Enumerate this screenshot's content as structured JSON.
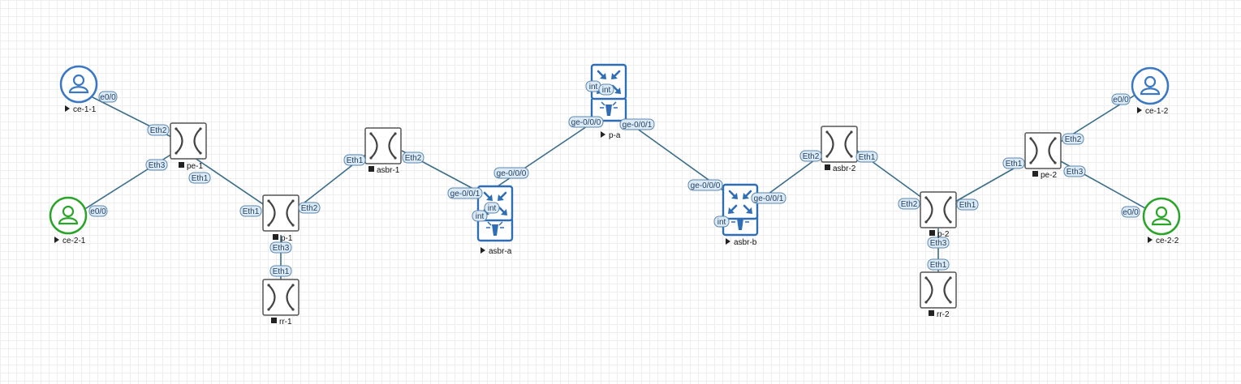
{
  "nodes": [
    {
      "id": "ce-1-1",
      "label": "ce-1-1",
      "kind": "host",
      "color": "#3b78c2",
      "status": "running"
    },
    {
      "id": "ce-2-1",
      "label": "ce-2-1",
      "kind": "host",
      "color": "#2aa52a",
      "status": "running"
    },
    {
      "id": "pe-1",
      "label": "pe-1",
      "kind": "switch",
      "status": "stopped"
    },
    {
      "id": "p-1",
      "label": "p-1",
      "kind": "switch",
      "status": "stopped"
    },
    {
      "id": "rr-1",
      "label": "rr-1",
      "kind": "switch",
      "status": "stopped"
    },
    {
      "id": "asbr-1",
      "label": "asbr-1",
      "kind": "switch",
      "status": "stopped"
    },
    {
      "id": "asbr-a",
      "label": "asbr-a",
      "kind": "juniper",
      "status": "running"
    },
    {
      "id": "p-a",
      "label": "p-a",
      "kind": "juniper",
      "status": "running"
    },
    {
      "id": "asbr-b",
      "label": "asbr-b",
      "kind": "juniper",
      "status": "running"
    },
    {
      "id": "asbr-2",
      "label": "asbr-2",
      "kind": "switch",
      "status": "stopped"
    },
    {
      "id": "p-2",
      "label": "p-2",
      "kind": "switch",
      "status": "stopped"
    },
    {
      "id": "rr-2",
      "label": "rr-2",
      "kind": "switch",
      "status": "stopped"
    },
    {
      "id": "pe-2",
      "label": "pe-2",
      "kind": "switch",
      "status": "stopped"
    },
    {
      "id": "ce-1-2",
      "label": "ce-1-2",
      "kind": "host",
      "color": "#3b78c2",
      "status": "running"
    },
    {
      "id": "ce-2-2",
      "label": "ce-2-2",
      "kind": "host",
      "color": "#2aa52a",
      "status": "running"
    }
  ],
  "links": [
    {
      "from": "ce-1-1",
      "to": "pe-1",
      "from_port": "e0/0",
      "to_port": "Eth2"
    },
    {
      "from": "ce-2-1",
      "to": "pe-1",
      "from_port": "e0/0",
      "to_port": "Eth3"
    },
    {
      "from": "pe-1",
      "to": "p-1",
      "from_port": "Eth1",
      "to_port": "Eth1"
    },
    {
      "from": "p-1",
      "to": "rr-1",
      "from_port": "Eth3",
      "to_port": "Eth1"
    },
    {
      "from": "p-1",
      "to": "asbr-1",
      "from_port": "Eth2",
      "to_port": "Eth1"
    },
    {
      "from": "asbr-1",
      "to": "asbr-a",
      "from_port": "Eth2",
      "to_port": "ge-0/0/1"
    },
    {
      "from": "asbr-a",
      "to": "p-a",
      "from_port": "ge-0/0/0",
      "to_port": "ge-0/0/0"
    },
    {
      "from": "p-a",
      "to": "asbr-b",
      "from_port": "ge-0/0/1",
      "to_port": "ge-0/0/0"
    },
    {
      "from": "asbr-b",
      "to": "asbr-2",
      "from_port": "ge-0/0/1",
      "to_port": "Eth2"
    },
    {
      "from": "asbr-2",
      "to": "p-2",
      "from_port": "Eth1",
      "to_port": "Eth2"
    },
    {
      "from": "p-2",
      "to": "rr-2",
      "from_port": "Eth3",
      "to_port": "Eth1"
    },
    {
      "from": "p-2",
      "to": "pe-2",
      "from_port": "Eth1",
      "to_port": "Eth1"
    },
    {
      "from": "pe-2",
      "to": "ce-1-2",
      "from_port": "Eth2",
      "to_port": "e0/0"
    },
    {
      "from": "pe-2",
      "to": "ce-2-2",
      "from_port": "Eth3",
      "to_port": "e0/0"
    }
  ],
  "internal_ports": [
    "int",
    "int",
    "int",
    "int",
    "int"
  ]
}
